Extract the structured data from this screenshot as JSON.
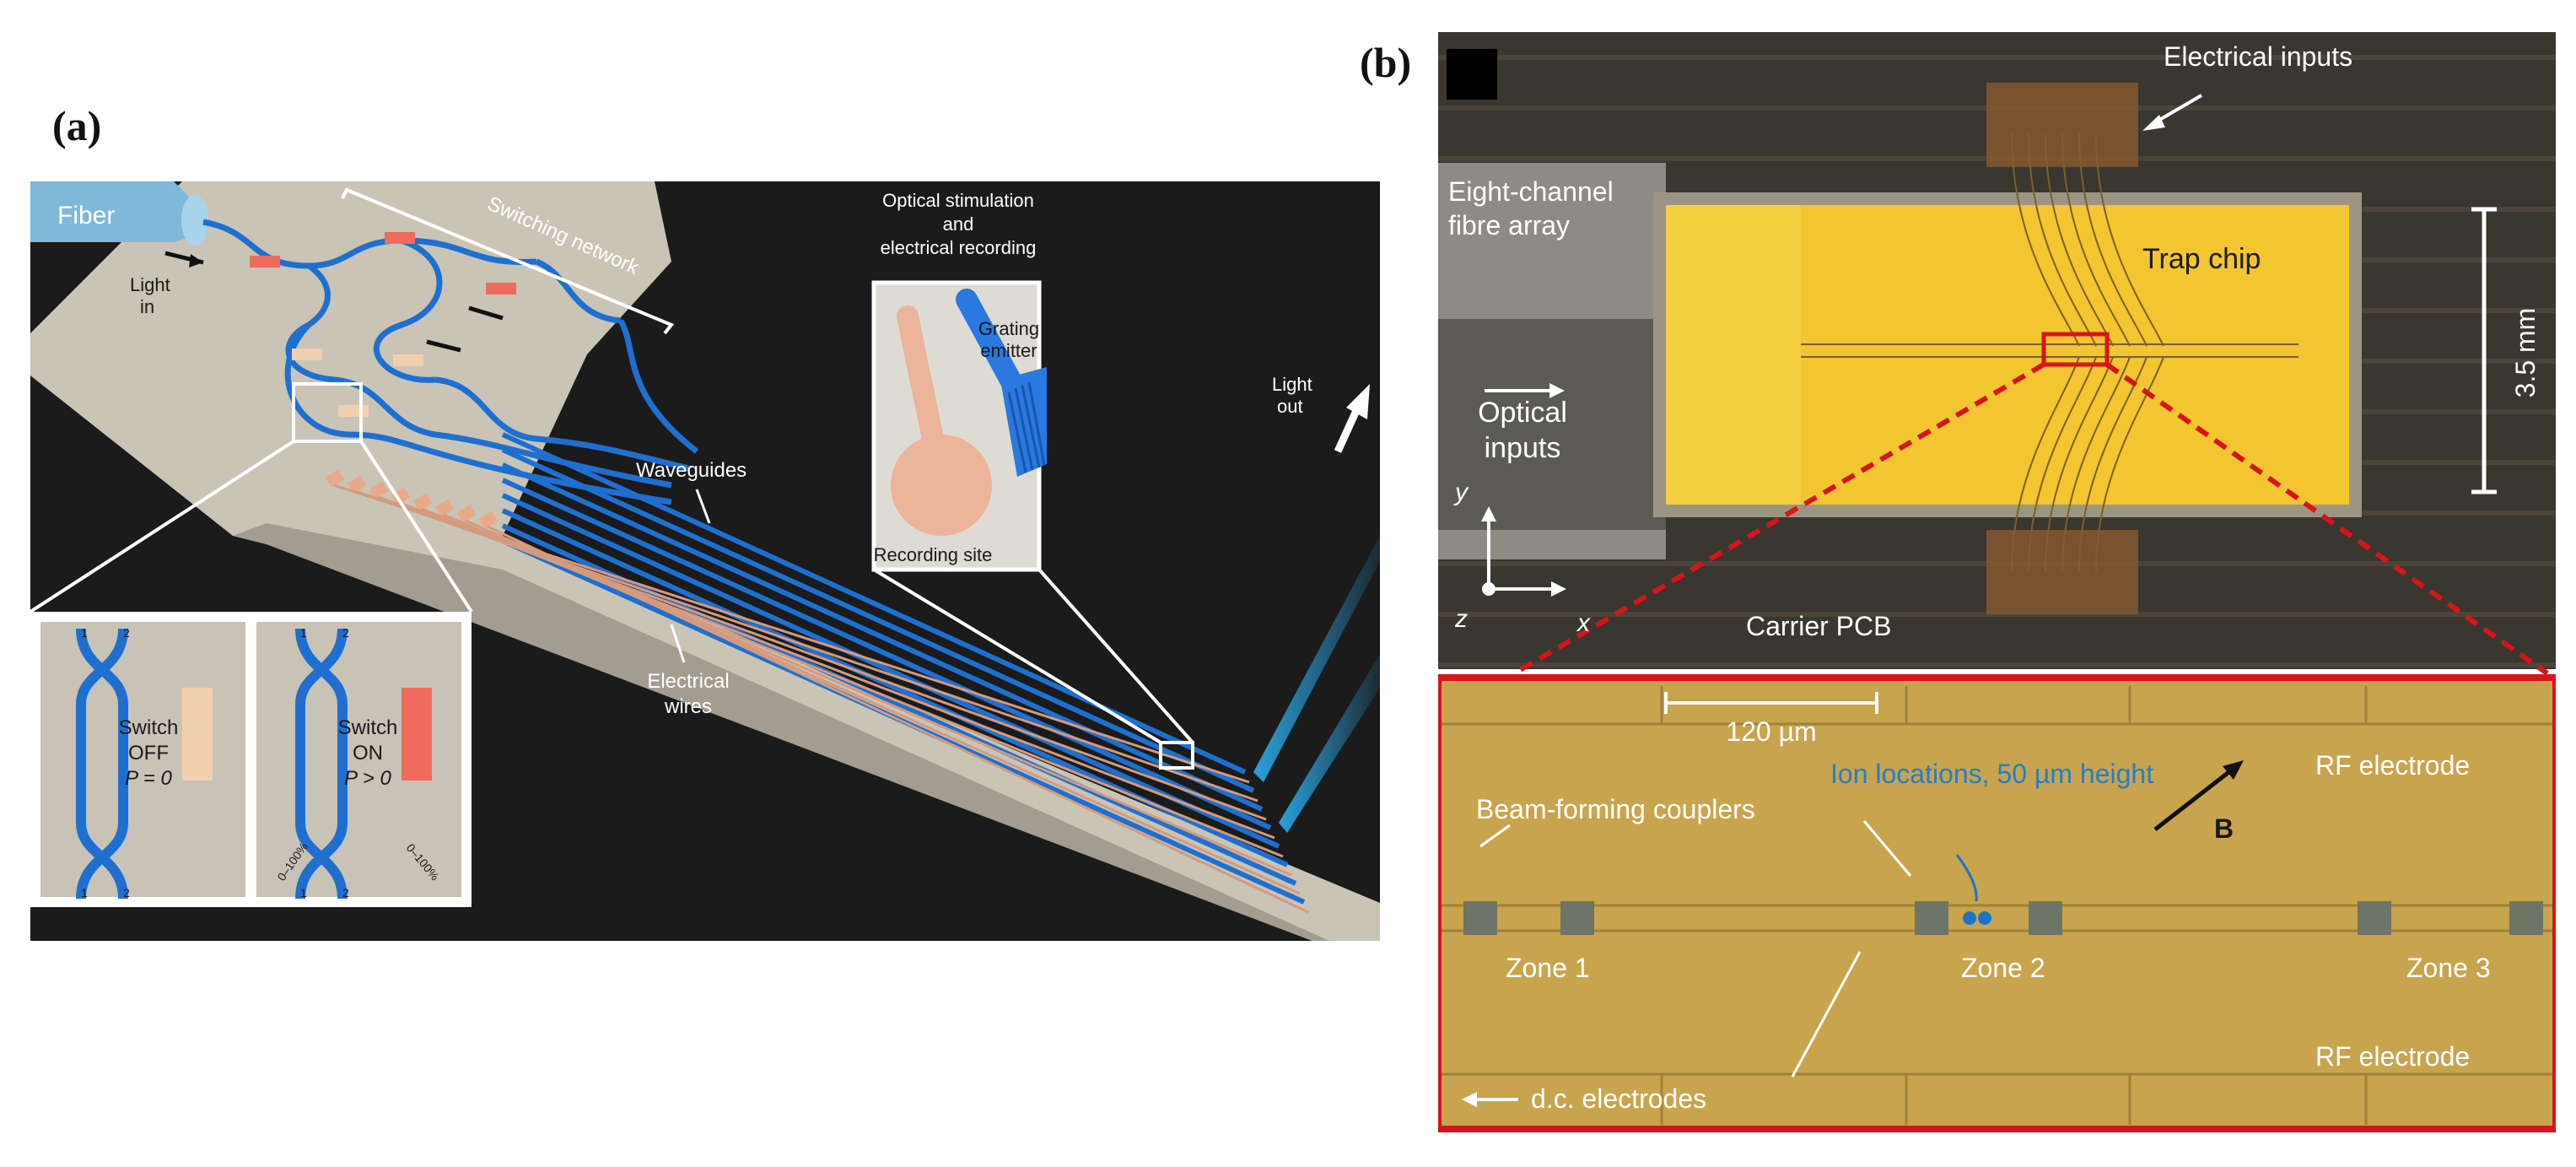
{
  "panel_a": {
    "label": "(a)",
    "fiber": "Fiber",
    "light_in": [
      "Light",
      "in"
    ],
    "switching_network": "Switching network",
    "optical_title": [
      "Optical stimulation",
      "and",
      "electrical recording"
    ],
    "grating_emitter": [
      "Grating",
      "emitter"
    ],
    "recording_site": "Recording site",
    "light_out": [
      "Light",
      "out"
    ],
    "waveguides": "Waveguides",
    "electrical_wires": [
      "Electrical",
      "wires"
    ],
    "switch_off": {
      "line1": "Switch",
      "line2": "OFF",
      "line3": "P = 0",
      "top_ports": [
        "1",
        "2"
      ],
      "bottom_ports": [
        "1",
        "2"
      ]
    },
    "switch_on": {
      "line1": "Switch",
      "line2": "ON",
      "line3": "P > 0",
      "top_ports": [
        "1",
        "2"
      ],
      "bottom_ports": [
        "1",
        "2"
      ],
      "range_left": "0–100%",
      "range_right": "0–100%"
    },
    "colors": {
      "background": "#1b1b1b",
      "waveguide": "#1f6fd1",
      "chip": "#c9c4b6",
      "heater_off": "#f2cfae",
      "heater_on": "#ee6b5d",
      "pad": "#e8a98a"
    }
  },
  "panel_b": {
    "label": "(b)",
    "electrical_inputs": "Electrical inputs",
    "fibre_array": [
      "Eight-channel",
      "fibre array"
    ],
    "trap_chip": "Trap chip",
    "scale": "3.5 mm",
    "optical_inputs": [
      "Optical",
      "inputs"
    ],
    "axis_y": "y",
    "axis_x": "x",
    "axis_z": "z",
    "carrier_pcb": "Carrier PCB",
    "scale_bar": "120 µm",
    "ion_locations": "Ion locations, 50 µm height",
    "beam_forming": "Beam-forming couplers",
    "b_field": "B",
    "rf_top": "RF electrode",
    "rf_bottom": "RF electrode",
    "zones": [
      "Zone 1",
      "Zone 2",
      "Zone 3"
    ],
    "dc_electrodes": "d.c. electrodes",
    "colors": {
      "chip_gold": "#f2c531",
      "inset_gold": "#c8a44e",
      "frame_red": "#d8141b",
      "ion_blue": "#1e73c8",
      "ion_text": "#1f7fd0"
    }
  }
}
